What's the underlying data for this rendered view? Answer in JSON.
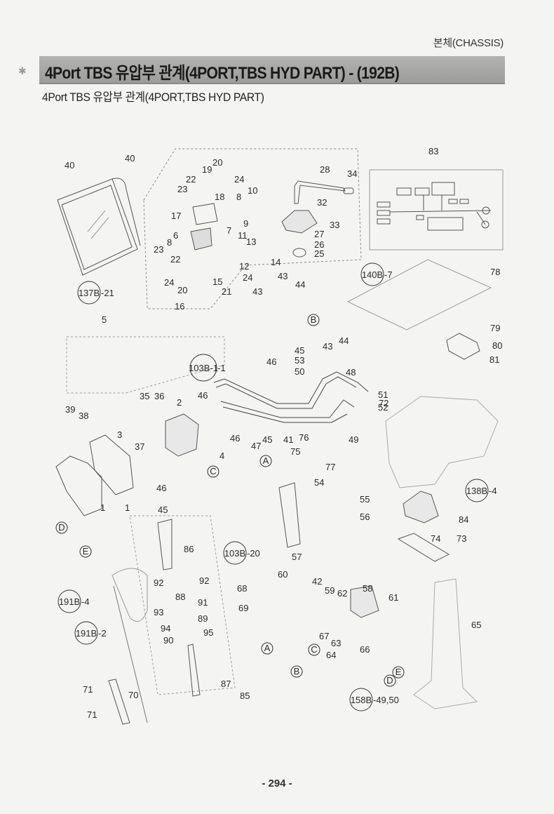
{
  "header": {
    "section": "본체(CHASSIS)",
    "title": "4Port TBS 유압부 관계(4PORT,TBS HYD PART) - (192B)",
    "subtitle": "4Port  TBS 유압부 관계(4PORT,TBS HYD PART)"
  },
  "diagram": {
    "part_labels": [
      "1",
      "1",
      "2",
      "3",
      "4",
      "5",
      "6",
      "7",
      "8",
      "8",
      "9",
      "10",
      "11",
      "12",
      "13",
      "14",
      "15",
      "16",
      "17",
      "18",
      "19",
      "20",
      "20",
      "21",
      "22",
      "22",
      "23",
      "23",
      "24",
      "24",
      "24",
      "25",
      "26",
      "27",
      "28",
      "32",
      "33",
      "34",
      "35",
      "36",
      "37",
      "38",
      "39",
      "40",
      "40",
      "41",
      "42",
      "43",
      "43",
      "43",
      "44",
      "44",
      "45",
      "45",
      "45",
      "46",
      "46",
      "46",
      "46",
      "47",
      "48",
      "49",
      "50",
      "51",
      "52",
      "53",
      "54",
      "55",
      "56",
      "57",
      "58",
      "59",
      "60",
      "61",
      "62",
      "63",
      "64",
      "65",
      "66",
      "67",
      "68",
      "69",
      "70",
      "71",
      "71",
      "72",
      "73",
      "74",
      "75",
      "76",
      "77",
      "78",
      "79",
      "80",
      "81",
      "83",
      "84",
      "85",
      "86",
      "87",
      "88",
      "89",
      "90",
      "91",
      "92",
      "92",
      "93",
      "94",
      "95"
    ],
    "reference_callouts": [
      {
        "ref": "137B",
        "suffix": "-21"
      },
      {
        "ref": "140B",
        "suffix": "-7"
      },
      {
        "ref": "103B-1",
        "suffix": "-1"
      },
      {
        "ref": "138B",
        "suffix": "-4"
      },
      {
        "ref": "103B",
        "suffix": "-20"
      },
      {
        "ref": "191B",
        "suffix": "-4"
      },
      {
        "ref": "191B",
        "suffix": "-2"
      },
      {
        "ref": "158B",
        "suffix": "-49,50"
      }
    ],
    "connection_markers": [
      "A",
      "B",
      "C",
      "D",
      "E",
      "A",
      "B",
      "C",
      "D",
      "E"
    ]
  },
  "footer": {
    "page_number": "- 294 -"
  }
}
